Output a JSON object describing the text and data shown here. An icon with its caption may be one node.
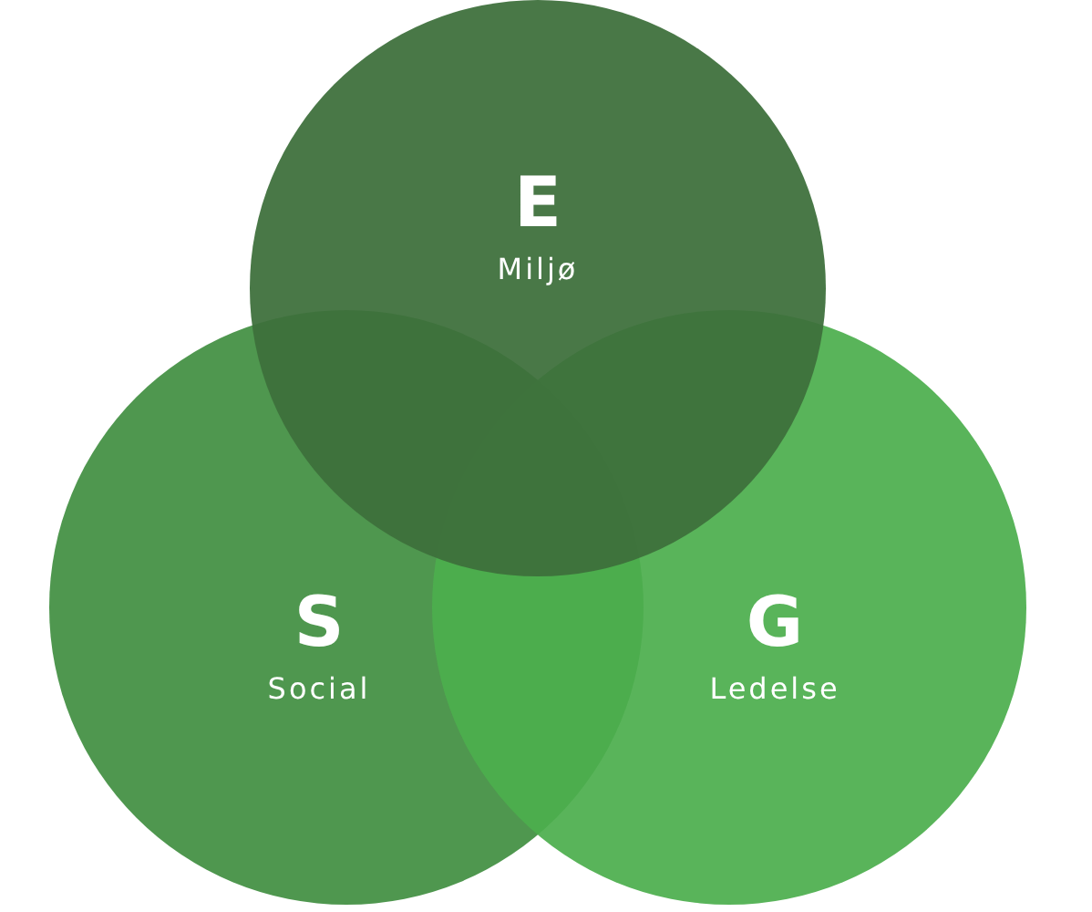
{
  "diagram": {
    "nodes": [
      {
        "text": [
          "E",
          "Miljø"
        ]
      },
      {
        "text": [
          "S",
          "Social"
        ]
      },
      {
        "text": [
          "G",
          "Ledelse"
        ]
      }
    ]
  }
}
